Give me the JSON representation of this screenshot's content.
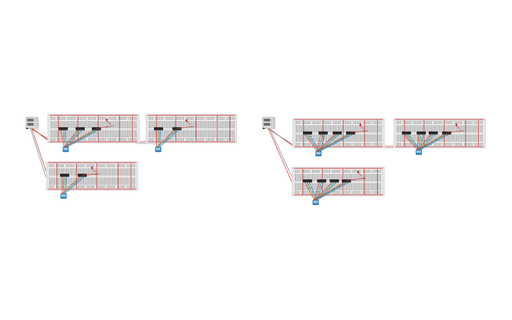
{
  "title": "",
  "colors": {
    "board": "#e3e3e3",
    "wire_red": "#d23a3a",
    "wire_green": "#3aa655",
    "wire_blue": "#2f7fd6",
    "wire_gray": "#8a8a8a",
    "chip": "#2b2b2b",
    "dip_switch": "#2f86c9"
  },
  "circuits": [
    {
      "id": "left",
      "power_supply": {
        "icon": "power-supply-icon"
      },
      "boards": [
        {
          "id": "L1",
          "chips": 3,
          "dip": true
        },
        {
          "id": "L2",
          "chips": 2,
          "dip": true
        },
        {
          "id": "L3",
          "chips": 2,
          "dip": true
        }
      ]
    },
    {
      "id": "right",
      "power_supply": {
        "icon": "power-supply-icon"
      },
      "boards": [
        {
          "id": "R1",
          "chips": 4,
          "dip": true
        },
        {
          "id": "R2",
          "chips": 4,
          "dip": true
        },
        {
          "id": "R3",
          "chips": 4,
          "dip": true
        }
      ]
    }
  ]
}
